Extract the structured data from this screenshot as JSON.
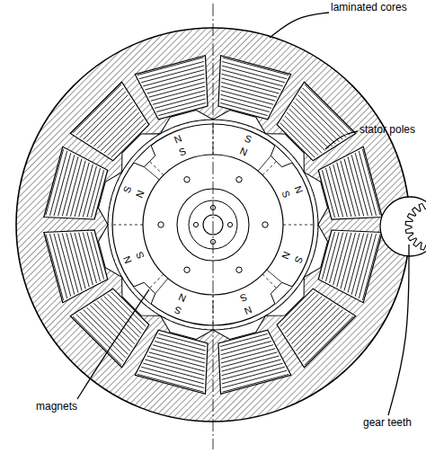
{
  "diagram": {
    "labels": [
      "laminated cores",
      "stator poles",
      "S",
      "N",
      "N",
      "S",
      "S",
      "N",
      "N",
      "S",
      "S",
      "N",
      "N",
      "S",
      "S",
      "N",
      "N",
      "S",
      "magnets",
      "gear teeth"
    ]
  }
}
